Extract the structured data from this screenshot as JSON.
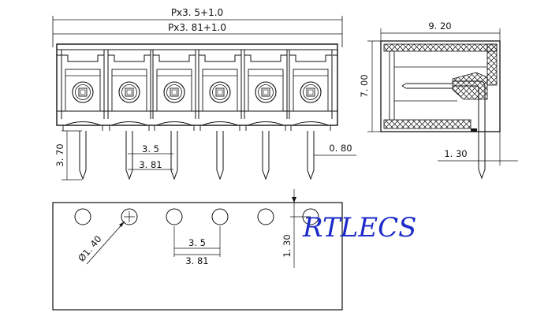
{
  "front_view": {
    "pitch_total_35": "Px3. 5+1.0",
    "pitch_total_381": "Px3. 81+1.0",
    "pin_length": "3. 70",
    "pitch_35": "3. 5",
    "pitch_381": "3. 81",
    "pin_thickness": "0. 80"
  },
  "side_view": {
    "depth": "9. 20",
    "height": "7. 00",
    "pin_offset": "1. 30"
  },
  "bottom_view": {
    "hole_diameter": "Ø1. 40",
    "pitch_35": "3. 5",
    "pitch_381": "3. 81",
    "edge_offset": "1. 30"
  },
  "brand": "RTLECS",
  "colors": {
    "ink": "#111111",
    "brand": "#1c2bc8",
    "background": "#ffffff"
  }
}
